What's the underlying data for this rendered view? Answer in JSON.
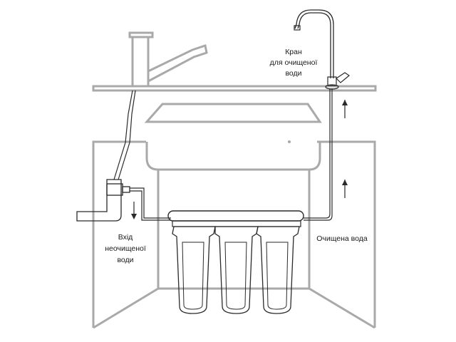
{
  "labels": {
    "faucet_line1": "Кран",
    "faucet_line2": "для очищеної",
    "faucet_line3": "води",
    "inlet_line1": "Вхід",
    "inlet_line2": "неочищеної",
    "inlet_line3": "води",
    "outlet": "Очищена вода"
  },
  "colors": {
    "cabinet": "#a9a9a9",
    "pipes": "#2a2a2a"
  },
  "icons": {
    "flow_arrow": "arrow-up-icon",
    "inlet_arrow": "arrow-down-icon"
  }
}
